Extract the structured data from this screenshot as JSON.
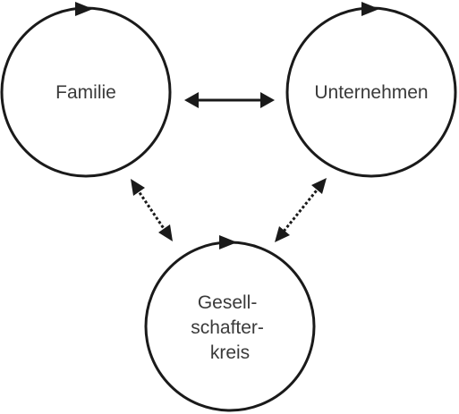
{
  "nodes": [
    {
      "id": "familie",
      "label_lines": [
        "Familie"
      ]
    },
    {
      "id": "unternehmen",
      "label_lines": [
        "Unternehmen"
      ]
    },
    {
      "id": "gesellschafterkreis",
      "label_lines": [
        "Gesell-",
        "schafter-",
        "kreis"
      ]
    }
  ],
  "links": [
    {
      "from": "familie",
      "to": "unternehmen",
      "style": "solid",
      "direction": "both"
    },
    {
      "from": "familie",
      "to": "gesellschafterkreis",
      "style": "dotted",
      "direction": "both"
    },
    {
      "from": "unternehmen",
      "to": "gesellschafterkreis",
      "style": "dotted",
      "direction": "both"
    }
  ],
  "colors": {
    "stroke": "#1a1a1a",
    "label": "#3a3a3a",
    "background": "#ffffff"
  },
  "icons": {
    "node_cycle_marker": "triangle-right-icon",
    "link_end": "arrowhead-icon"
  }
}
